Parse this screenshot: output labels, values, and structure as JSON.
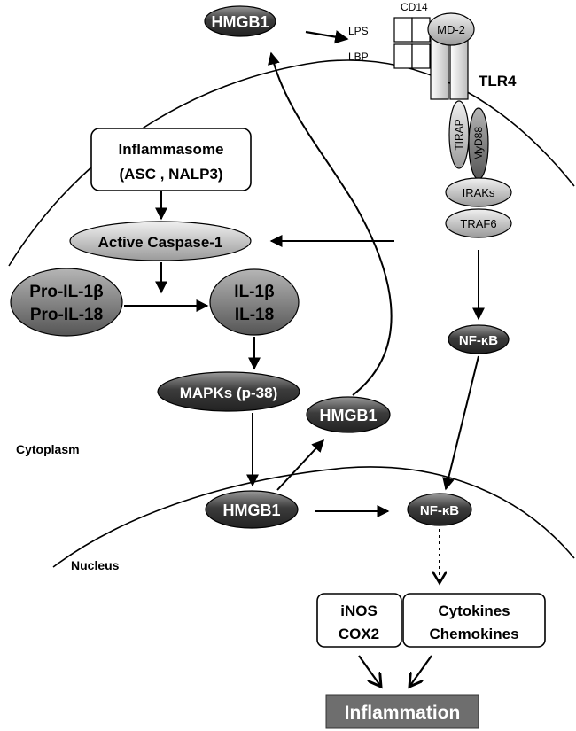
{
  "nodes": {
    "hmgb1_top": "HMGB1",
    "cd14": "CD14",
    "lps": "LPS",
    "lbp": "LBP",
    "md2": "MD-2",
    "tlr4": "TLR4",
    "tirap": "TIRAP",
    "myd88": "MyD88",
    "irak": "IRAKs",
    "traf6": "TRAF6",
    "inflammasome_line1": "Inflammasome",
    "inflammasome_line2": "(ASC , NALP3)",
    "caspase": "Active Caspase-1",
    "pro_il1b": "Pro-IL-1β",
    "pro_il18": "Pro-IL-18",
    "il1b": "IL-1β",
    "il18": "IL-18",
    "mapk": "MAPKs (p-38)",
    "hmgb1_mid": "HMGB1",
    "hmgb1_nuc": "HMGB1",
    "nfkb_cyto": "NF-κB",
    "nfkb_nuc": "NF-κB",
    "inos": "iNOS",
    "cox2": "COX2",
    "cytokines": "Cytokines",
    "chemokines": "Chemokines",
    "inflammation": "Inflammation"
  },
  "regions": {
    "cytoplasm": "Cytoplasm",
    "nucleus": "Nucleus"
  },
  "colors": {
    "dark_node": "#4a4a4a",
    "light_node": "#c8c8c8",
    "outcome_box": "#6e6e6e",
    "line": "#000000"
  }
}
